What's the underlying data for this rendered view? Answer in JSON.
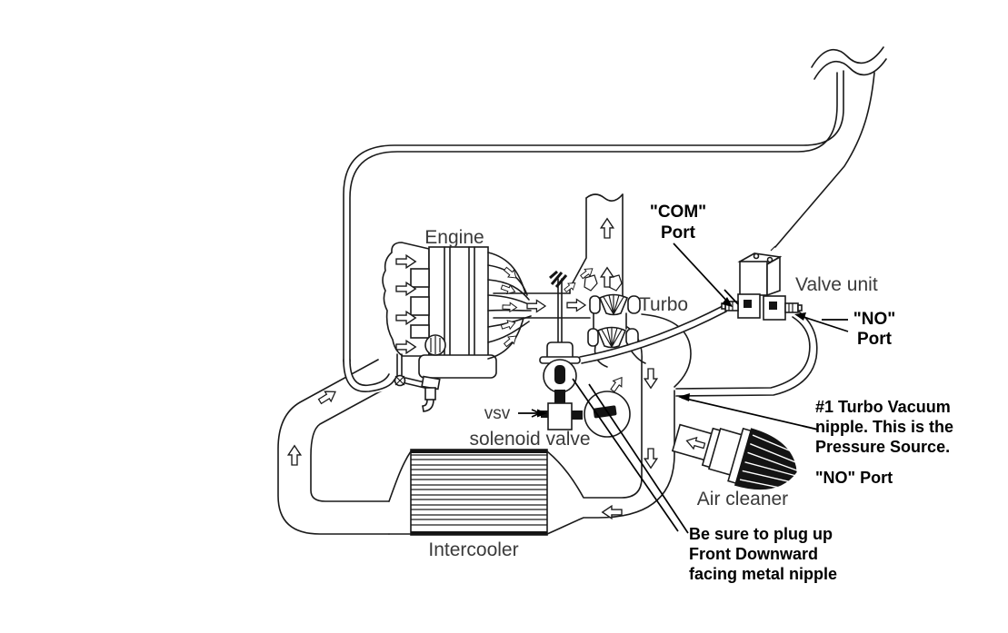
{
  "labels": {
    "engine": "Engine",
    "turbo": "Turbo",
    "valve_unit": "Valve unit",
    "air_cleaner": "Air cleaner",
    "intercooler": "Intercooler",
    "vsv": "vsv",
    "solenoid_valve": "solenoid valve",
    "com_port": {
      "line1": "\"COM\"",
      "line2": "Port"
    },
    "no_port": {
      "line1": "\"NO\"",
      "line2": "Port"
    }
  },
  "notes": {
    "pressure_source": {
      "line1": "#1 Turbo Vacuum",
      "line2": "nipple. This is the",
      "line3": "Pressure Source.",
      "line4": "\"NO\" Port"
    },
    "plug_up": {
      "line1": "Be sure to plug up",
      "line2": "Front Downward",
      "line3": "facing metal nipple"
    }
  },
  "colors": {
    "ink": "#1a1a1a",
    "label_gray": "#3a3a3a",
    "background": "#ffffff"
  }
}
